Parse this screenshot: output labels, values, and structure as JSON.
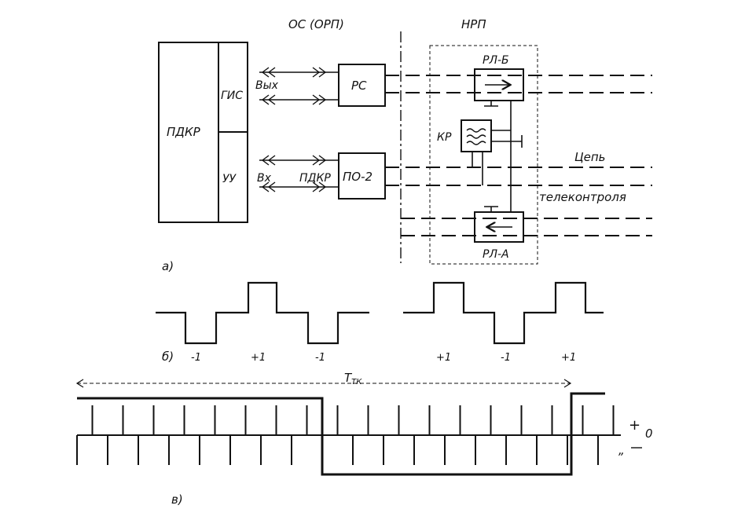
{
  "labels": {
    "station_os": "ОС (ОРП)",
    "station_nrp": "НРП",
    "pdkr_block": "ПДКР",
    "gis": "ГИС",
    "uu": "УУ",
    "out": "Вых",
    "in": "Вх",
    "pdkr_line": "ПДКР",
    "rs": "РС",
    "po2": "ПО-2",
    "rl_b": "РЛ-Б",
    "kr": "КР",
    "rl_a": "РЛ-А",
    "circuit": "Цепь",
    "telecontrol": "телеконтроля",
    "part_a": "а)",
    "part_b": "б)",
    "part_v": "в)",
    "ttk_main": "T",
    "ttk_sub": "ТК",
    "plus": "+",
    "zero": "0",
    "minus_quote": "„"
  },
  "pulse_levels": [
    "-1",
    "+1",
    "-1",
    "+1",
    "-1",
    "+1"
  ]
}
